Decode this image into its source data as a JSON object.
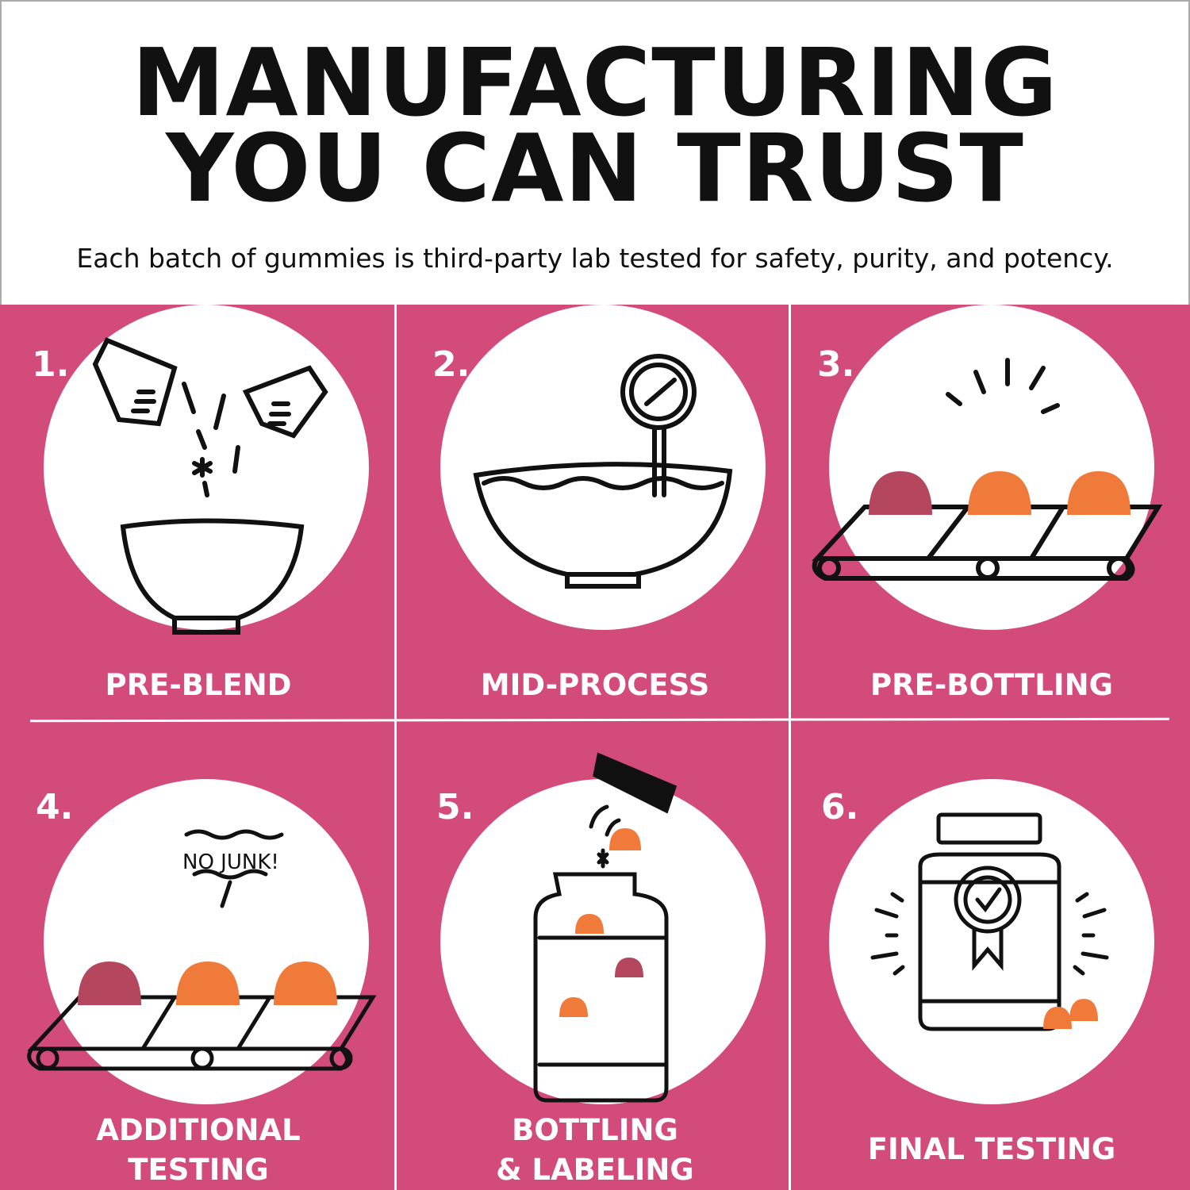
{
  "header": {
    "title_line1": "MANUFACTURING",
    "title_line2": "YOU CAN TRUST",
    "subtitle": "Each batch of gummies is third-party lab tested for safety, purity, and potency."
  },
  "steps": [
    {
      "number": "1.",
      "label": "PRE-BLEND",
      "icon": "measuring-cups-bowl-icon"
    },
    {
      "number": "2.",
      "label": "MID-PROCESS",
      "icon": "bowl-thermometer-icon"
    },
    {
      "number": "3.",
      "label": "PRE-BOTTLING",
      "icon": "conveyor-gummies-icon"
    },
    {
      "number": "4.",
      "label_line1": "ADDITIONAL",
      "label_line2": "TESTING",
      "speech": "NO JUNK!",
      "icon": "conveyor-no-junk-icon"
    },
    {
      "number": "5.",
      "label_line1": "BOTTLING",
      "label_line2": "& LABELING",
      "icon": "bottle-filling-icon"
    },
    {
      "number": "6.",
      "label": "FINAL TESTING",
      "icon": "certified-bottle-icon"
    }
  ],
  "colors": {
    "background": "#d24b7b",
    "gummy_orange": "#f07a3a",
    "gummy_berry": "#b4465e"
  }
}
